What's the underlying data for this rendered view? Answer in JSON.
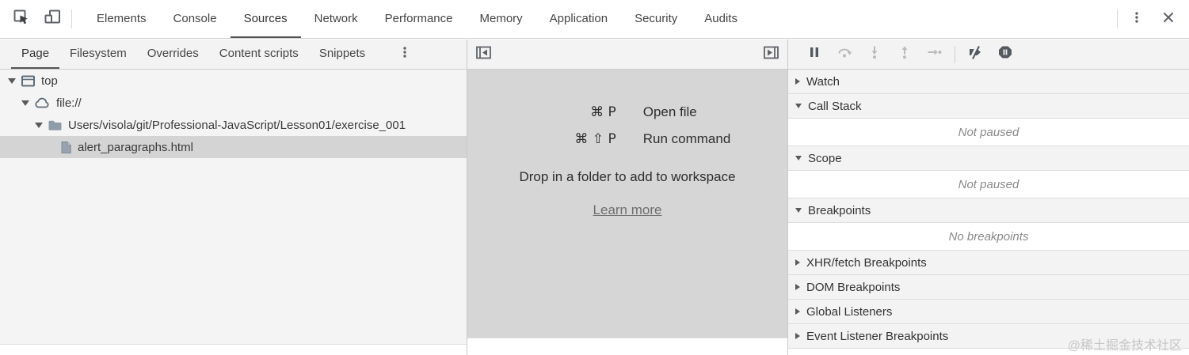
{
  "top_bar": {
    "tabs": [
      "Elements",
      "Console",
      "Sources",
      "Network",
      "Performance",
      "Memory",
      "Application",
      "Security",
      "Audits"
    ],
    "active_tab": "Sources"
  },
  "navigator": {
    "tabs": [
      "Page",
      "Filesystem",
      "Overrides",
      "Content scripts",
      "Snippets"
    ],
    "active_tab": "Page",
    "tree": [
      {
        "label": "top",
        "icon": "frame-icon",
        "expanded": true
      },
      {
        "label": "file://",
        "icon": "cloud-icon",
        "expanded": true
      },
      {
        "label": "Users/visola/git/Professional-JavaScript/Lesson01/exercise_001",
        "icon": "folder-icon",
        "expanded": true
      },
      {
        "label": "alert_paragraphs.html",
        "icon": "file-icon",
        "selected": true
      }
    ]
  },
  "editor": {
    "shortcuts": [
      {
        "keys": "⌘ P",
        "action": "Open file"
      },
      {
        "keys": "⌘ ⇧ P",
        "action": "Run command"
      }
    ],
    "drop_hint": "Drop in a folder to add to workspace",
    "learn_more_label": "Learn more"
  },
  "debugger": {
    "sections": [
      {
        "label": "Watch",
        "expanded": false
      },
      {
        "label": "Call Stack",
        "expanded": true,
        "message": "Not paused"
      },
      {
        "label": "Scope",
        "expanded": true,
        "message": "Not paused"
      },
      {
        "label": "Breakpoints",
        "expanded": true,
        "message": "No breakpoints"
      },
      {
        "label": "XHR/fetch Breakpoints",
        "expanded": false
      },
      {
        "label": "DOM Breakpoints",
        "expanded": false
      },
      {
        "label": "Global Listeners",
        "expanded": false
      },
      {
        "label": "Event Listener Breakpoints",
        "expanded": false
      }
    ]
  },
  "watermark": "@稀土掘金技术社区",
  "colors": {
    "toolbar_bg": "#f3f3f3",
    "editor_placeholder_bg": "#d6d6d6",
    "selected_row_bg": "#d4d4d4",
    "icon_enabled": "#54595f",
    "icon_disabled": "#b8babd"
  }
}
